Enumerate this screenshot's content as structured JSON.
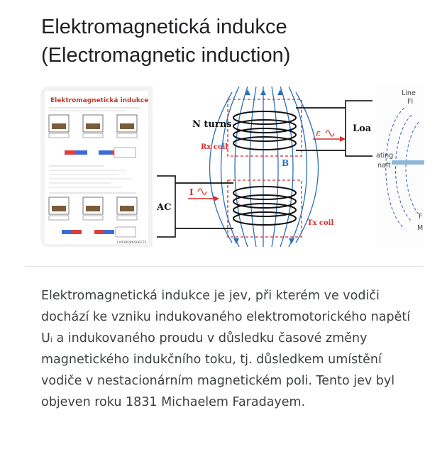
{
  "card": {
    "title_line1": "Elektromagnetická indukce",
    "title_line2": "(Electromagnetic induction)",
    "description": "Elektromagnetická indukce je jev, při kterém ve vodiči dochází ke vzniku indukovaného elektromotorického napětí Uᵢ a indukovaného proudu v důsledku časové změny magnetického indukčního toku, tj. důsledkem umístění vodiče v nestacionárním magnetickém poli. Tento jev byl objeven roku 1831 Michaelem Faradayem."
  },
  "images": {
    "worksheet": {
      "heading": "Elektromagnetická indukce",
      "watermark": "LIVEWORKSHEETS"
    },
    "diagram": {
      "n_turns": "N turns",
      "rx_coil": "Rx coil",
      "tx_coil": "Tx coil",
      "load": "Loa",
      "ac": "AC",
      "field": "B",
      "emf": "ε",
      "current": "I"
    },
    "partial": {
      "line1": "Line",
      "line2": "Fl",
      "line3": "ating",
      "line4": "naft",
      "line5": "F",
      "line6": "M"
    }
  },
  "colors": {
    "accent_red": "#d32f2f",
    "field_blue": "#2a6fb8",
    "title_red": "#c0392b"
  }
}
